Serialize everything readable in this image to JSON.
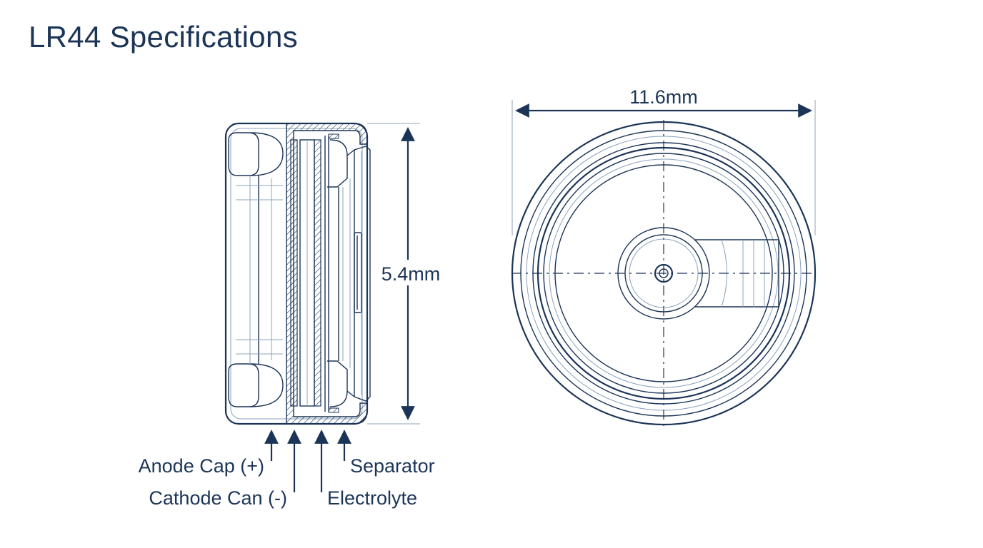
{
  "title": "LR44 Specifications",
  "dimensions": {
    "height": "5.4mm",
    "diameter": "11.6mm"
  },
  "labels": {
    "anode_cap": "Anode Cap (+)",
    "cathode_can": "Cathode Can (-)",
    "electrolyte": "Electrolyte",
    "separator": "Separator"
  },
  "colors": {
    "ink": "#1c3557",
    "background": "#ffffff"
  }
}
